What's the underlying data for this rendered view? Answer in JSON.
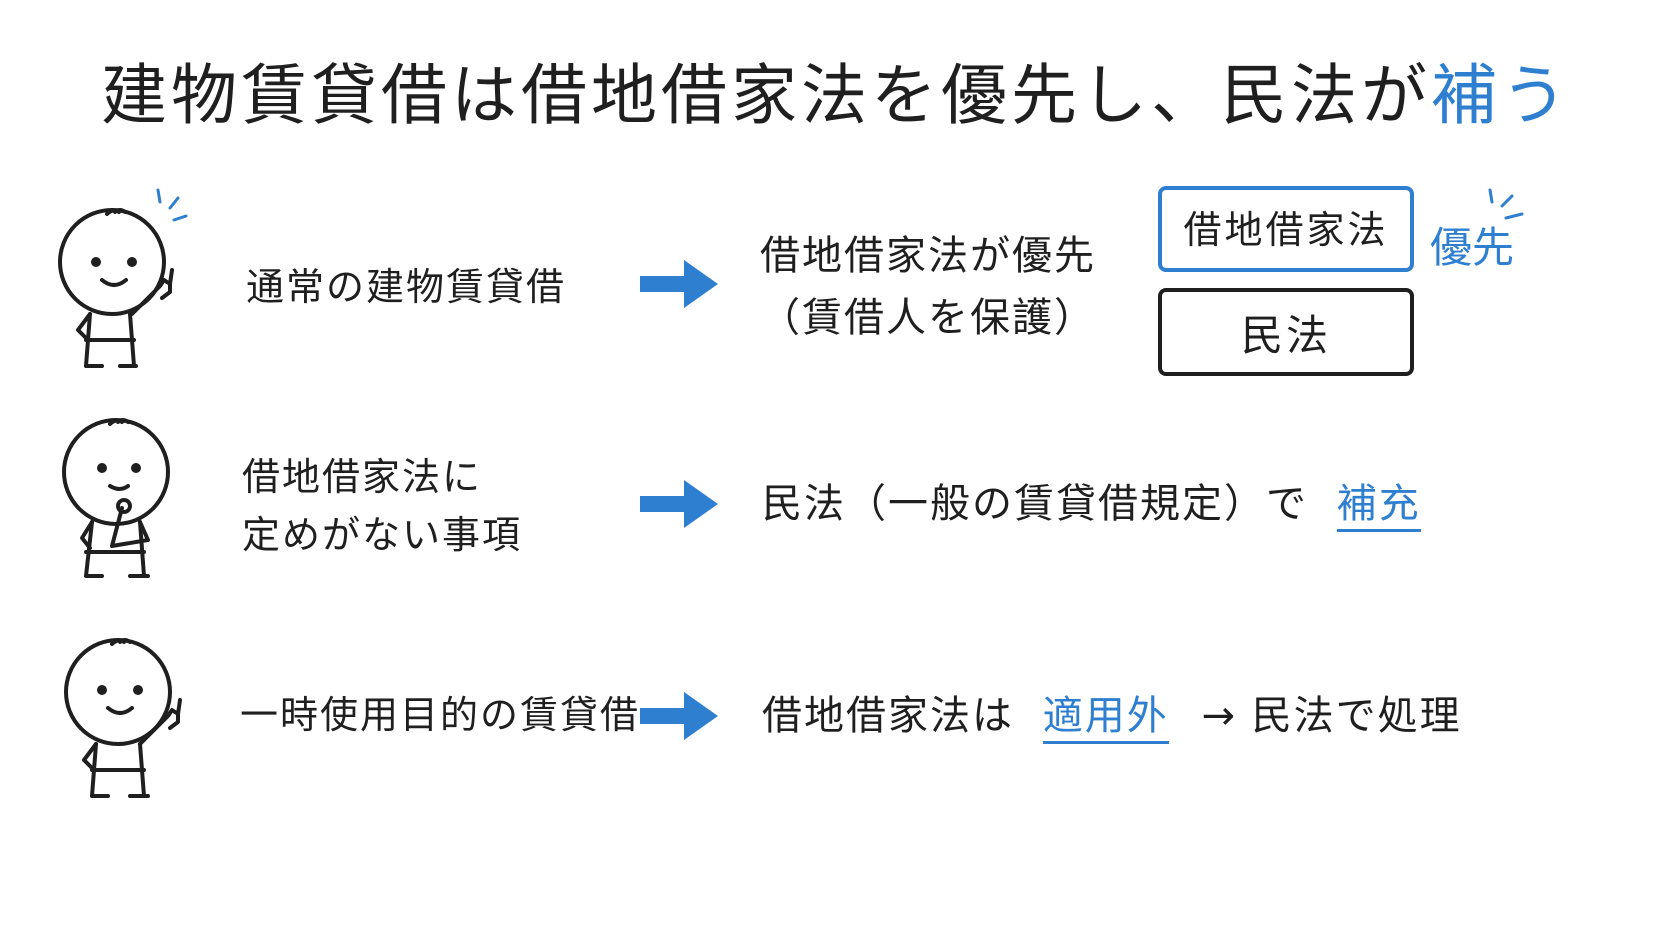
{
  "title": {
    "main": "建物賃貸借は借地借家法を優先し、民法が",
    "accent": "補う"
  },
  "rows": [
    {
      "label_lines": [
        "通常の建物賃貸借"
      ],
      "result_lines": [
        "借地借家法が優先",
        "（賃借人を保護）"
      ],
      "pose": "pointing-up"
    },
    {
      "label_lines": [
        "借地借家法に",
        "定めがない事項"
      ],
      "result_prefix": "民法（一般の賃貸借規定）で",
      "result_accent": "補充",
      "pose": "thinking"
    },
    {
      "label_lines": [
        "一時使用目的の賃貸借"
      ],
      "result_prefix": "借地借家法は",
      "result_accent": "適用外",
      "result_suffix": "→ 民法で処理",
      "pose": "pointing-up"
    }
  ],
  "hierarchy": {
    "top_box": "借地借家法",
    "bottom_box": "民法",
    "priority_label": "優先"
  },
  "colors": {
    "accent": "#2f7fd1",
    "ink": "#1f1f1f",
    "background": "#ffffff"
  }
}
